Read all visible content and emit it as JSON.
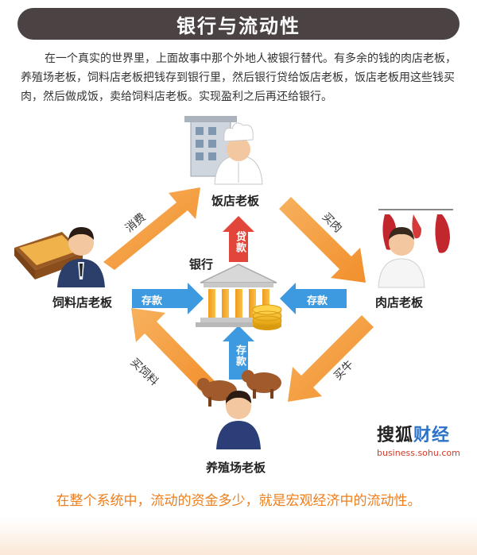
{
  "title": "银行与流动性",
  "intro": "在一个真实的世界里，上面故事中那个外地人被银行替代。有多余的钱的肉店老板，养殖场老板，饲料店老板把钱存到银行里，然后银行贷给饭店老板，饭店老板用这些钱买肉，然后做成饭，卖给饲料店老板。实现盈利之后再还给银行。",
  "nodes": {
    "restaurant": "饭店老板",
    "butcher": "肉店老板",
    "farm": "养殖场老板",
    "feed_store": "饲料店老板",
    "bank": "银行"
  },
  "arrows": {
    "consume": "消费",
    "buy_meat": "买肉",
    "buy_cattle": "买牛",
    "buy_feed": "买饲料",
    "deposit": "存款",
    "loan": "贷款"
  },
  "brand": {
    "name_prefix": "搜狐",
    "name_accent": "财经",
    "url": "business.sohu.com"
  },
  "summary": "在整个系统中，流动的资金多少，就是宏观经济中的流动性。",
  "colors": {
    "orange": "#f5a04a",
    "blue": "#3d9ae0",
    "red": "#e2453a",
    "title_bg": "#4a4243"
  }
}
